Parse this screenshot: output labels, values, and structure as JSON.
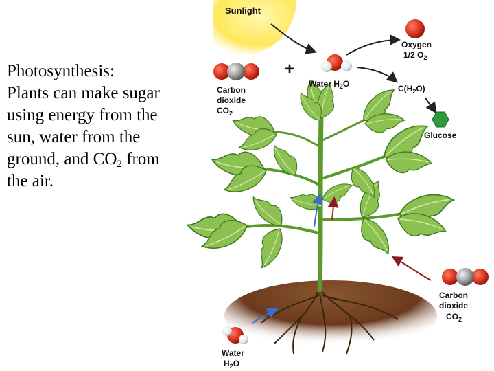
{
  "text": {
    "line1": "Photosynthesis:",
    "line2": "Plants can make sugar",
    "line3": "using energy from the",
    "line4": "sun, water from the",
    "line5_pre": "ground, and CO",
    "line5_sub": "2",
    "line5_post": " from",
    "line6": "the air."
  },
  "diagram": {
    "sunlight": "Sunlight",
    "plus": "+",
    "oxygen": "Oxygen",
    "oxygen_formula": "1/2 O",
    "oxygen_sub": "2",
    "water_top": "Water H",
    "water_top_sub": "2",
    "water_top_post": "O",
    "carbohydrate": "C(H",
    "carbohydrate_sub": "2",
    "carbohydrate_post": "O)",
    "glucose": "Glucose",
    "co2_left_1": "Carbon",
    "co2_left_2": "dioxide",
    "co2_left_3": "CO",
    "co2_left_sub": "2",
    "co2_right_1": "Carbon",
    "co2_right_2": "dioxide",
    "co2_right_3": "CO",
    "co2_right_sub": "2",
    "water_bottom_1": "Water",
    "water_bottom_2": "H",
    "water_bottom_sub": "2",
    "water_bottom_post": "O"
  },
  "colors": {
    "sun": "#ffe85a",
    "oxygen_atom": "#c8281c",
    "carbon_atom": "#8a8a8a",
    "hydrogen_atom": "#eeeeee",
    "glucose": "#2f9a3a",
    "leaf": "#8cc152",
    "soil": "#6b3a1e",
    "arrow_dark": "#222222",
    "arrow_blue": "#3a6fc4",
    "arrow_red": "#8b1a1a"
  }
}
